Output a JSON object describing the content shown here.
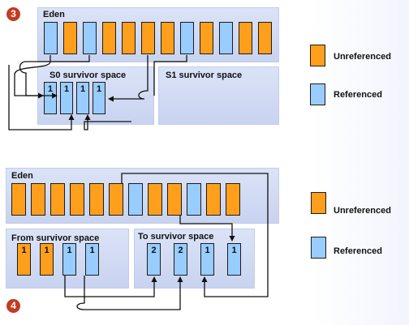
{
  "colors": {
    "unreferenced": "#ff9f1c",
    "referenced": "#99ccff"
  },
  "step3": {
    "badge": "3",
    "eden_title": "Eden",
    "s0_title": "S0 survivor space",
    "s1_title": "S1 survivor space",
    "eden_cells": [
      "referenced",
      "unreferenced",
      "referenced",
      "unreferenced",
      "unreferenced",
      "unreferenced",
      "unreferenced",
      "referenced",
      "unreferenced",
      "referenced",
      "unreferenced",
      "unreferenced"
    ],
    "s0_cells": [
      {
        "label": "1",
        "kind": "referenced"
      },
      {
        "label": "1",
        "kind": "referenced"
      },
      {
        "label": "1",
        "kind": "referenced"
      },
      {
        "label": "1",
        "kind": "referenced"
      }
    ],
    "legend": {
      "unreferenced": "Unreferenced",
      "referenced": "Referenced"
    }
  },
  "step4": {
    "badge": "4",
    "eden_title": "Eden",
    "from_title": "From survivor space",
    "to_title": "To survivor space",
    "eden_cells": [
      "unreferenced",
      "unreferenced",
      "unreferenced",
      "unreferenced",
      "unreferenced",
      "unreferenced",
      "referenced",
      "unreferenced",
      "unreferenced",
      "referenced",
      "unreferenced",
      "unreferenced"
    ],
    "from_cells": [
      {
        "label": "1",
        "kind": "unreferenced"
      },
      {
        "label": "1",
        "kind": "unreferenced"
      },
      {
        "label": "1",
        "kind": "referenced"
      },
      {
        "label": "1",
        "kind": "referenced"
      }
    ],
    "to_cells": [
      {
        "label": "2",
        "kind": "referenced"
      },
      {
        "label": "2",
        "kind": "referenced"
      },
      {
        "label": "1",
        "kind": "referenced"
      },
      {
        "label": "1",
        "kind": "referenced"
      }
    ],
    "legend": {
      "unreferenced": "Unreferenced",
      "referenced": "Referenced"
    }
  }
}
